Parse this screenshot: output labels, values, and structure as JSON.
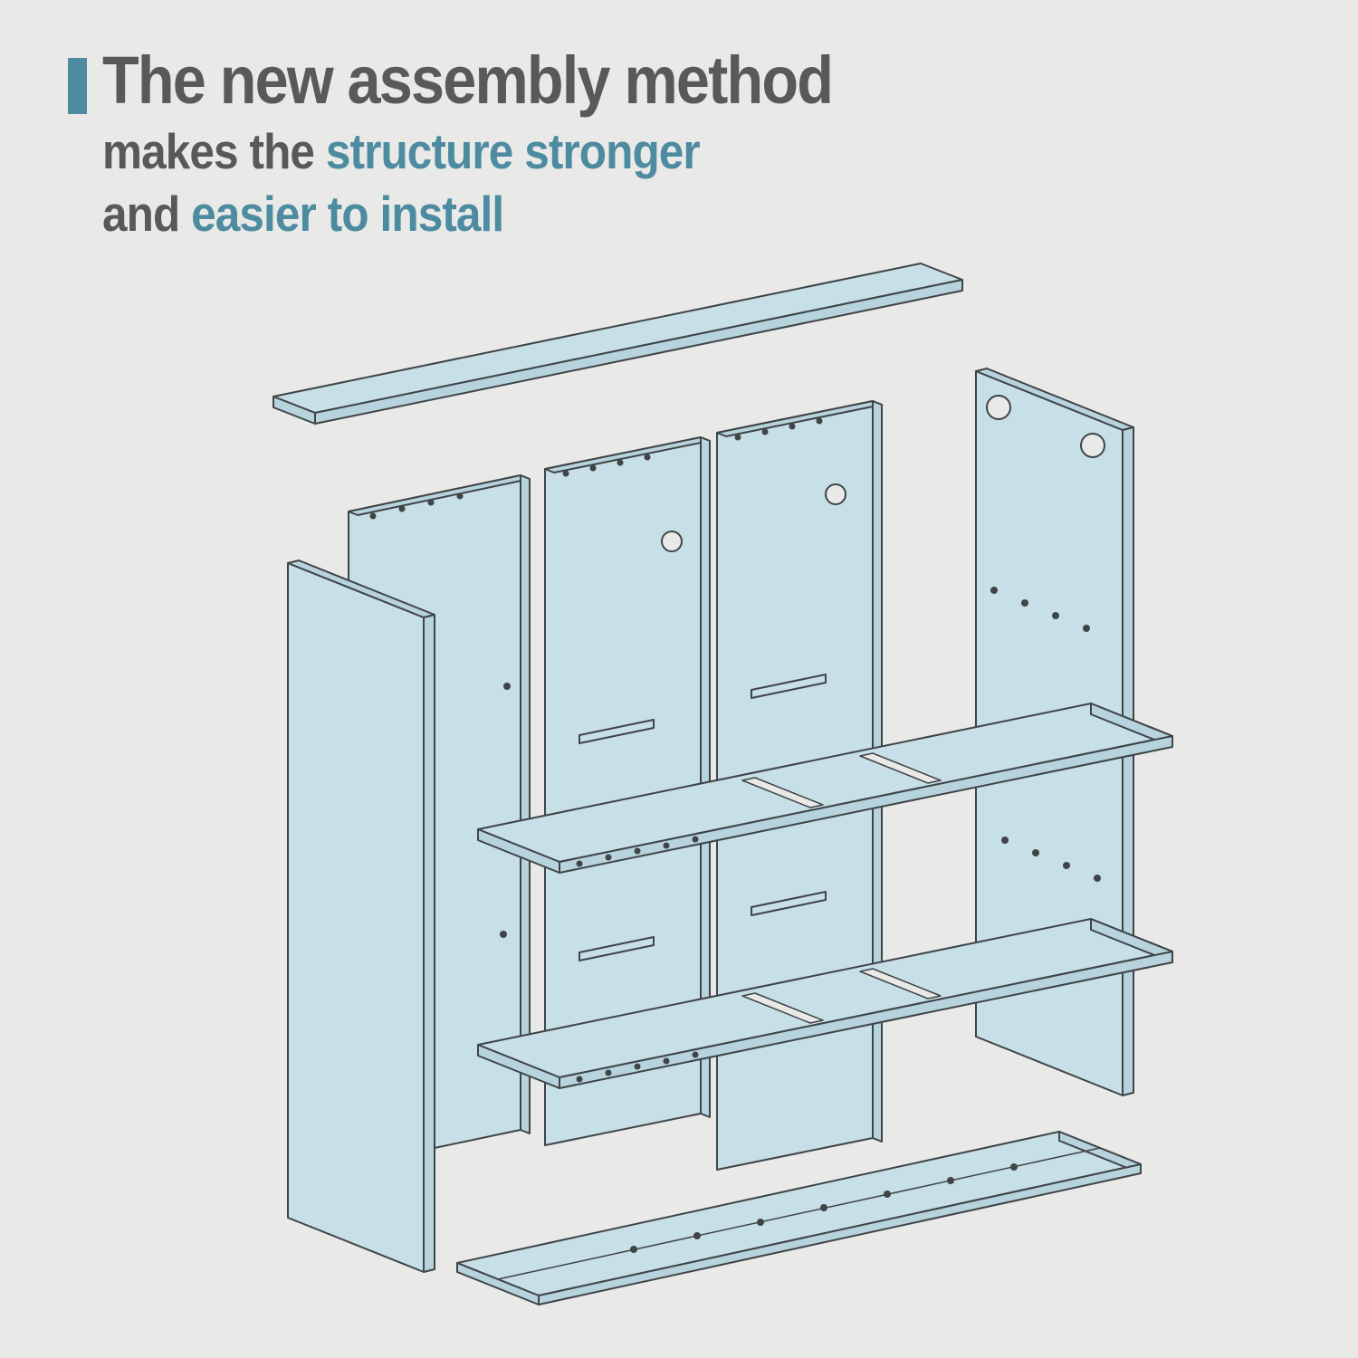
{
  "colors": {
    "bg": "#e9e9e7",
    "ink": "#58595b",
    "accent": "#4d8ba1",
    "panel-fill": "#c7dfe7",
    "panel-edge": "#b7d3dd",
    "line": "#3f4447"
  },
  "header": {
    "title": "The new assembly method",
    "line2": {
      "prefix": "makes the ",
      "highlight": "structure stronger"
    },
    "line3": {
      "prefix": "and ",
      "highlight": "easier to install"
    }
  },
  "diagram": {
    "description": "Exploded view of shelf unit parts",
    "parts": [
      "top-panel",
      "back-panel",
      "divider-panel-a",
      "divider-panel-b",
      "right-side-panel",
      "upper-shelf",
      "lower-shelf",
      "left-side-panel",
      "bottom-panel"
    ]
  }
}
